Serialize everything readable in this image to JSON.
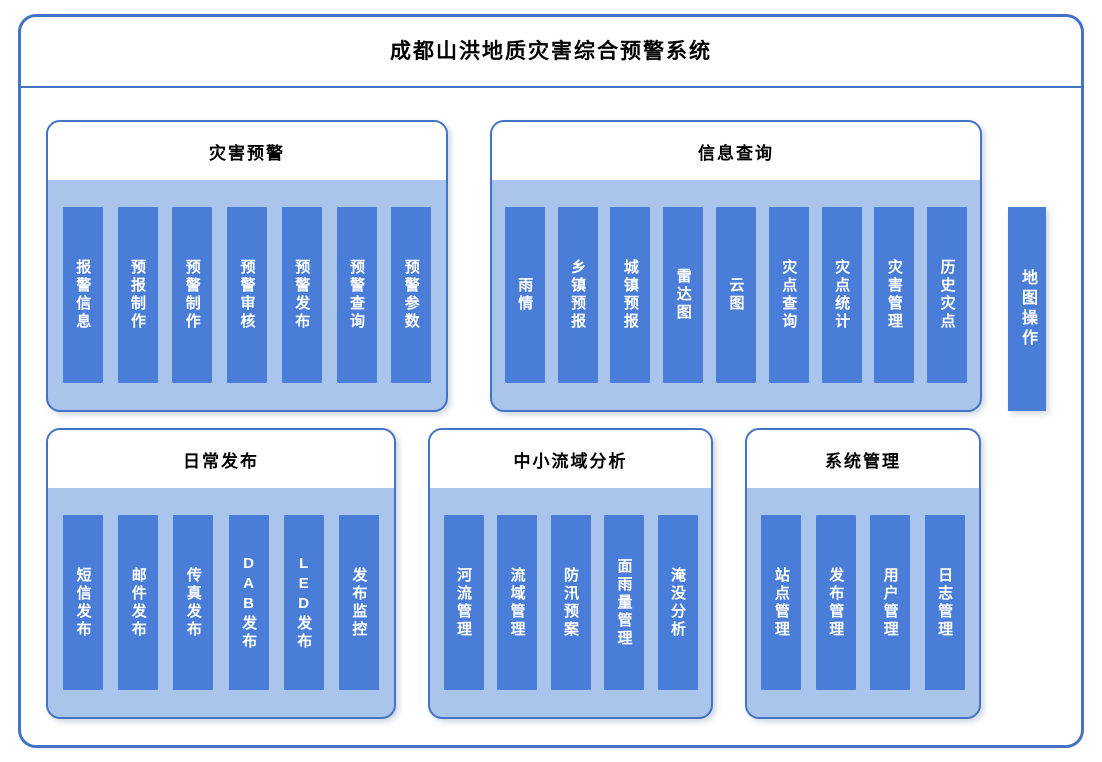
{
  "header": {
    "title": "成都山洪地质灾害综合预警系统"
  },
  "panels": [
    {
      "title": "灾害预警",
      "items": [
        "报警信息",
        "预报制作",
        "预警制作",
        "预警审核",
        "预警发布",
        "预警查询",
        "预警参数"
      ]
    },
    {
      "title": "信息查询",
      "items": [
        "雨情",
        "乡镇预报",
        "城镇预报",
        "雷达图",
        "云图",
        "灾点查询",
        "灾点统计",
        "灾害管理",
        "历史灾点"
      ]
    },
    {
      "title": "日常发布",
      "items": [
        "短信发布",
        "邮件发布",
        "传真发布",
        "DAB发布",
        "LED发布",
        "发布监控"
      ]
    },
    {
      "title": "中小流域分析",
      "items": [
        "河流管理",
        "流域管理",
        "防汛预案",
        "面雨量管理",
        "淹没分析"
      ]
    },
    {
      "title": "系统管理",
      "items": [
        "站点管理",
        "发布管理",
        "用户管理",
        "日志管理"
      ]
    }
  ],
  "map_bar": {
    "label": "地图操作"
  },
  "colors": {
    "frame_border": "#4472C4",
    "panel_border": "#4472C4",
    "panel_body": "#A9C5EC",
    "bar_fill": "#4A7DD8",
    "bar_text": "#FFFFFF",
    "title_text": "#000000"
  }
}
